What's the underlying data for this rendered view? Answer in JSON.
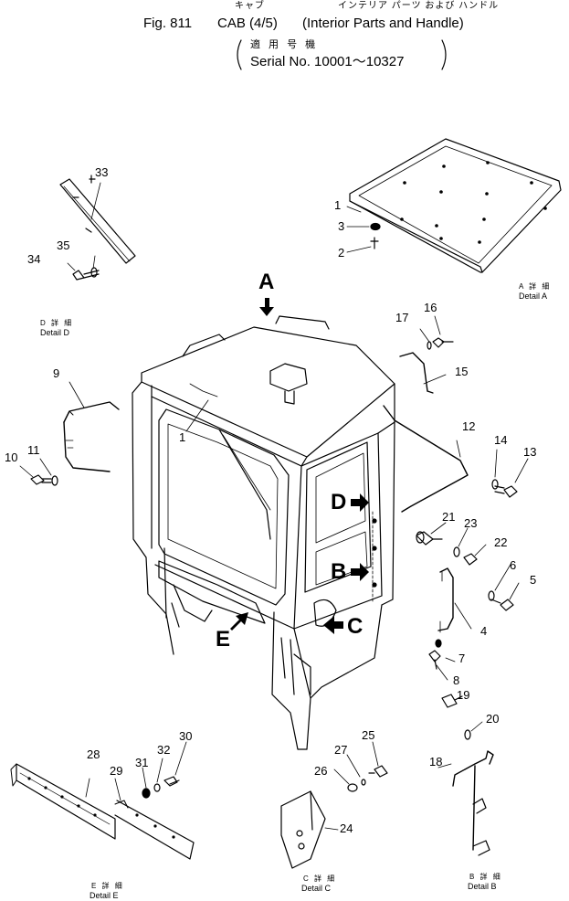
{
  "header": {
    "kana_cab": "キャブ",
    "kana_title": "インテリア パーツ および ハンドル",
    "fig": "Fig. 811",
    "cab": "CAB (4/5)",
    "title": "(Interior Parts and Handle)",
    "jp_serial": "適 用 号 機",
    "serial": "Serial No. 10001～10327"
  },
  "details": {
    "a_jp": "A 詳 細",
    "a_en": "Detail A",
    "b_jp": "B 詳 細",
    "b_en": "Detail B",
    "c_jp": "C 詳 細",
    "c_en": "Detail C",
    "d_jp": "D 詳 細",
    "d_en": "Detail D",
    "e_jp": "E 詳 細",
    "e_en": "Detail E"
  },
  "view_letters": {
    "a": "A",
    "b": "B",
    "c": "C",
    "d": "D",
    "e": "E"
  },
  "callouts": {
    "p1a": "1",
    "p1b": "1",
    "p2": "2",
    "p3": "3",
    "p4": "4",
    "p5": "5",
    "p6": "6",
    "p7": "7",
    "p8": "8",
    "p9": "9",
    "p10": "10",
    "p11": "11",
    "p12": "12",
    "p13": "13",
    "p14": "14",
    "p15": "15",
    "p16": "16",
    "p17": "17",
    "p18": "18",
    "p19": "19",
    "p20": "20",
    "p21": "21",
    "p22": "22",
    "p23": "23",
    "p24": "24",
    "p25": "25",
    "p26": "26",
    "p27": "27",
    "p28": "28",
    "p29": "29",
    "p30": "30",
    "p31": "31",
    "p32": "32",
    "p33": "33",
    "p34": "34",
    "p35": "35"
  }
}
